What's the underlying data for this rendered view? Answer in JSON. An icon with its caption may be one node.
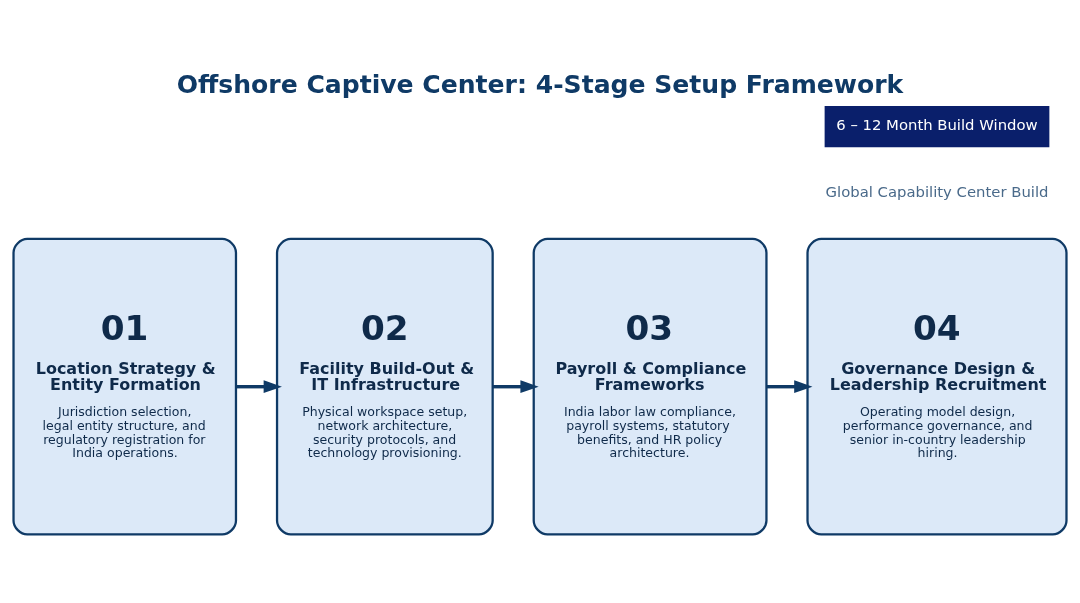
{
  "diagram": {
    "title": "Offshore Captive Center: 4-Stage Setup Framework",
    "nodes": [
      {
        "text": [
          "01",
          "Location Strategy & Entity Formation",
          "Jurisdiction selection, legal entity structure, and regulatory registration for India operations."
        ]
      },
      {
        "text": [
          "02",
          "Facility Build-Out & IT Infrastructure",
          "Physical workspace setup, network architecture, security protocols, and technology provisioning."
        ]
      },
      {
        "text": [
          "03",
          "Payroll & Compliance Frameworks",
          "India labor law compliance, payroll systems, statutory benefits, and HR policy architecture."
        ]
      },
      {
        "text": [
          "04",
          "Governance Design & Leadership Recruitment",
          "Operating model design, performance governance, and senior in-country leadership hiring."
        ]
      }
    ],
    "edges": [
      {
        "from": 0,
        "to": 1,
        "arrow": "to"
      },
      {
        "from": 1,
        "to": 2,
        "arrow": "to"
      },
      {
        "from": 2,
        "to": 3,
        "arrow": "to"
      }
    ],
    "labels": [
      "Global Capability Center Build",
      "6 – 12 Month Build Window"
    ]
  }
}
